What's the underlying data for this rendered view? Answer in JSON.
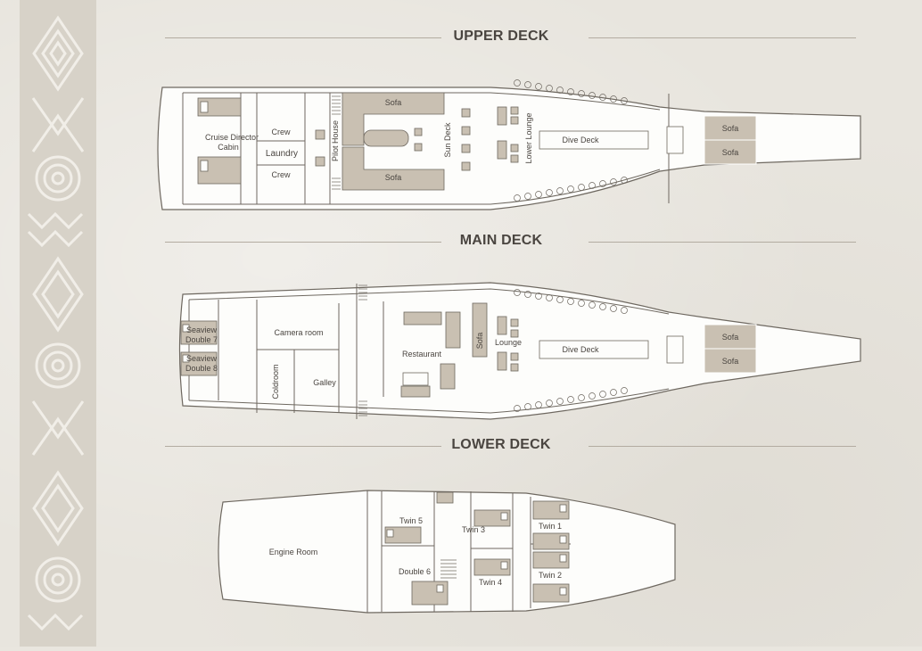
{
  "colors": {
    "background": "#e8e5de",
    "hull": "#ffffff",
    "outline": "#6e6860",
    "fill_accent": "#c9c0b2",
    "text": "#4a4540"
  },
  "decks": {
    "upper": {
      "title": "UPPER DECK",
      "labels": {
        "cruise_director_1": "Cruise Director",
        "cruise_director_2": "Cabin",
        "crew_top": "Crew",
        "laundry": "Laundry",
        "crew_bottom": "Crew",
        "pilot_house": "Pilot House",
        "sofa_top": "Sofa",
        "sofa_bottom": "Sofa",
        "sun_deck": "Sun Deck",
        "lower_lounge": "Lower Lounge",
        "dive_deck": "Dive Deck",
        "bow_sofa_1": "Sofa",
        "bow_sofa_2": "Sofa"
      }
    },
    "main": {
      "title": "MAIN DECK",
      "labels": {
        "seaview7_1": "Seaview",
        "seaview7_2": "Double 7",
        "seaview8_1": "Seaview",
        "seaview8_2": "Double 8",
        "camera_room": "Camera room",
        "coldroom": "Coldroom",
        "galley": "Galley",
        "restaurant": "Restaurant",
        "sofa": "Sofa",
        "lounge": "Lounge",
        "dive_deck": "Dive Deck",
        "bow_sofa_1": "Sofa",
        "bow_sofa_2": "Sofa"
      }
    },
    "lower": {
      "title": "LOWER DECK",
      "labels": {
        "engine_room": "Engine Room",
        "twin5": "Twin 5",
        "twin3": "Twin 3",
        "twin1": "Twin 1",
        "double6": "Double 6",
        "twin4": "Twin 4",
        "twin2": "Twin 2"
      }
    }
  }
}
